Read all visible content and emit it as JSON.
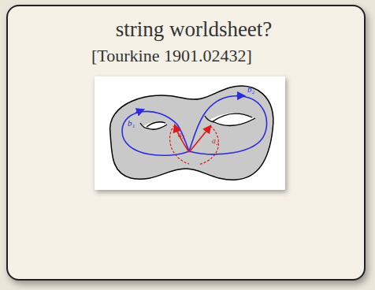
{
  "diagram": {
    "title": "string worldsheet?",
    "labels": [
      "[Tourkine 1901.02432]",
      "b₁",
      "b₂",
      "a₂",
      "a₂"
    ]
  }
}
